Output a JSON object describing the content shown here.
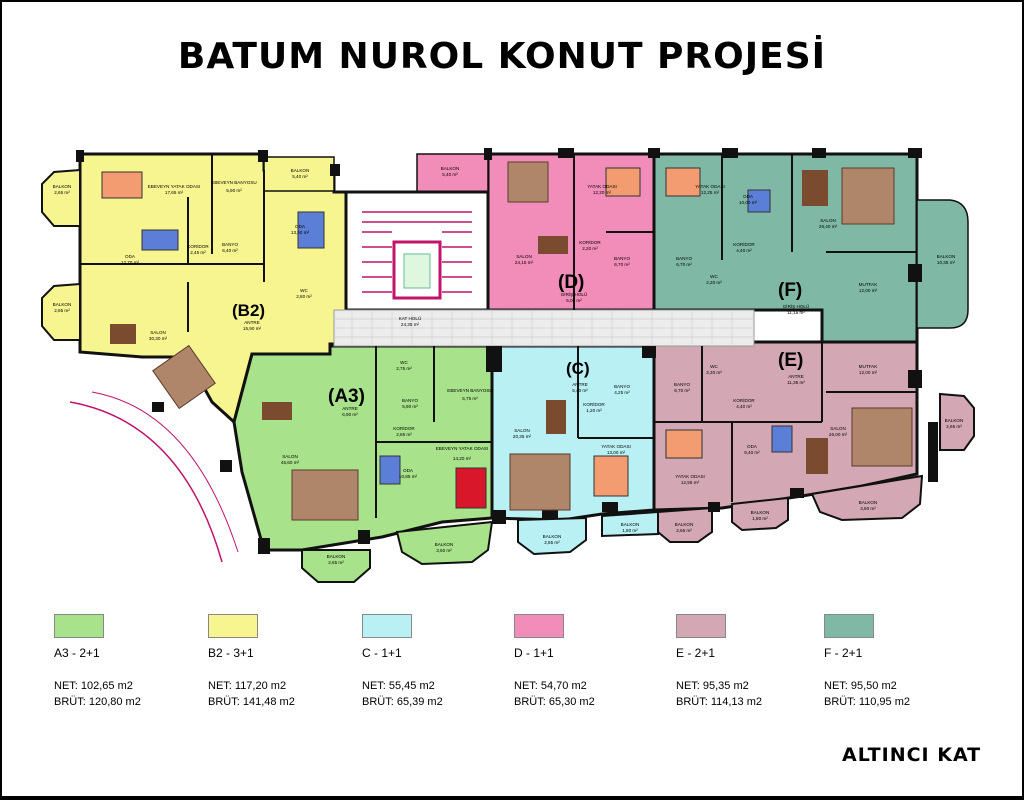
{
  "title": "BATUM NUROL KONUT PROJESİ",
  "floor_label": "ALTINCI KAT",
  "colors": {
    "A3": "#a8e28a",
    "B2": "#f6f590",
    "C": "#b8f0f4",
    "D": "#f28cb8",
    "E": "#d3a7b4",
    "F": "#7fb9a6",
    "wall": "#111111",
    "core": "#ffffff",
    "corridor_tile": "#e6e6e6",
    "accent_pink": "#c0136b"
  },
  "units": [
    {
      "key": "A3",
      "type": "A3 - 2+1",
      "net": "NET: 102,65 m2",
      "brut": "BRÜT: 120,80 m2"
    },
    {
      "key": "B2",
      "type": "B2 - 3+1",
      "net": "NET: 117,20 m2",
      "brut": "BRÜT: 141,48 m2"
    },
    {
      "key": "C",
      "type": "C - 1+1",
      "net": "NET: 55,45 m2",
      "brut": "BRÜT: 65,39 m2"
    },
    {
      "key": "D",
      "type": "D - 1+1",
      "net": "NET: 54,70 m2",
      "brut": "BRÜT: 65,30 m2"
    },
    {
      "key": "E",
      "type": "E - 2+1",
      "net": "NET: 95,35 m2",
      "brut": "BRÜT: 114,13 m2"
    },
    {
      "key": "F",
      "type": "F - 2+1",
      "net": "NET: 95,50 m2",
      "brut": "BRÜT: 110,95 m2"
    }
  ],
  "unit_labels": {
    "B2": "(B2)",
    "A3": "(A3)",
    "C": "(C)",
    "D": "(D)",
    "E": "(E)",
    "F": "(F)"
  },
  "rooms": {
    "b2_ebeveyn": {
      "name": "EBEVEYN YATAK ODASI",
      "area": "17,65 m²"
    },
    "b2_ebeveyn_banyo": {
      "name": "EBEVEYN BANYOSU",
      "area": "5,90 m²"
    },
    "b2_balkon_top": {
      "name": "BALKON",
      "area": "5,40 m²"
    },
    "b2_oda1": {
      "name": "ODA",
      "area": "12,70 m²"
    },
    "b2_koridor": {
      "name": "KORİDOR",
      "area": "2,45 m²"
    },
    "b2_banyo": {
      "name": "BANYO",
      "area": "6,40 m²"
    },
    "b2_oda2": {
      "name": "ODA",
      "area": "13,50 m²"
    },
    "b2_wc": {
      "name": "WC",
      "area": "2,80 m²"
    },
    "b2_salon": {
      "name": "SALON",
      "area": "30,30 m²"
    },
    "b2_antre": {
      "name": "ANTRE",
      "area": "15,90 m²"
    },
    "b2_balkon_l1": {
      "name": "BALKON",
      "area": "2,65 m²"
    },
    "b2_balkon_l2": {
      "name": "BALKON",
      "area": "2,65 m²"
    },
    "d_balkon": {
      "name": "BALKON",
      "area": "5,40 m²"
    },
    "d_salon": {
      "name": "SALON",
      "area": "24,15 m²"
    },
    "d_yatak": {
      "name": "YATAK ODASI",
      "area": "12,20 m²"
    },
    "d_koridor": {
      "name": "KORİDOR",
      "area": "2,20 m²"
    },
    "d_banyo": {
      "name": "BANYO",
      "area": "6,70 m²"
    },
    "d_giris": {
      "name": "GİRİŞ HOLÜ",
      "area": "5,00 m²"
    },
    "f_yatak": {
      "name": "YATAK ODASI",
      "area": "12,25 m²"
    },
    "f_oda": {
      "name": "ODA",
      "area": "10,00 m²"
    },
    "f_salon": {
      "name": "SALON",
      "area": "26,40 m²"
    },
    "f_koridor": {
      "name": "KORİDOR",
      "area": "4,40 m²"
    },
    "f_banyo": {
      "name": "BANYO",
      "area": "6,70 m²"
    },
    "f_wc": {
      "name": "WC",
      "area": "2,20 m²"
    },
    "f_giris": {
      "name": "GİRİŞ HOLÜ",
      "area": "11,15 m²"
    },
    "f_mutfak": {
      "name": "MUTFAK",
      "area": "12,00 m²"
    },
    "f_balkon": {
      "name": "BALKON",
      "area": "10,35 m²"
    },
    "kat_holu": {
      "name": "KAT HOLÜ",
      "area": "24,35 m²"
    },
    "a3_wc": {
      "name": "WC",
      "area": "2,75 m²"
    },
    "a3_banyo": {
      "name": "BANYO",
      "area": "5,90 m²"
    },
    "a3_eb_banyo": {
      "name": "EBEVEYN BANYOSU",
      "area": "5,75 m²"
    },
    "a3_antre": {
      "name": "ANTRE",
      "area": "6,90 m²"
    },
    "a3_koridor": {
      "name": "KORİDOR",
      "area": "2,85 m²"
    },
    "a3_salon": {
      "name": "SALON",
      "area": "45,60 m²"
    },
    "a3_oda": {
      "name": "ODA",
      "area": "10,85 m²"
    },
    "a3_ebeveyn": {
      "name": "EBEVEYN YATAK ODASI",
      "area": "14,20 m²"
    },
    "a3_balkon1": {
      "name": "BALKON",
      "area": "2,65 m²"
    },
    "a3_balkon2": {
      "name": "BALKON",
      "area": "3,60 m²"
    },
    "c_antre": {
      "name": "ANTRE",
      "area": "5,40 m²"
    },
    "c_banyo": {
      "name": "BANYO",
      "area": "4,25 m²"
    },
    "c_koridor": {
      "name": "KORİDOR",
      "area": "1,20 m²"
    },
    "c_salon": {
      "name": "SALON",
      "area": "20,35 m²"
    },
    "c_yatak": {
      "name": "YATAK ODASI",
      "area": "13,00 m²"
    },
    "c_balkon": {
      "name": "BALKON",
      "area": "2,65 m²"
    },
    "e_banyo": {
      "name": "BANYO",
      "area": "6,70 m²"
    },
    "e_wc": {
      "name": "WC",
      "area": "2,20 m²"
    },
    "e_antre": {
      "name": "ANTRE",
      "area": "11,35 m²"
    },
    "e_mutfak": {
      "name": "MUTFAK",
      "area": "12,00 m²"
    },
    "e_koridor": {
      "name": "KORİDOR",
      "area": "4,40 m²"
    },
    "e_oda": {
      "name": "ODA",
      "area": "9,40 m²"
    },
    "e_yatak": {
      "name": "YATAK ODASI",
      "area": "12,55 m²"
    },
    "e_salon": {
      "name": "SALON",
      "area": "26,00 m²"
    },
    "e_balkon_r": {
      "name": "BALKON",
      "area": "2,65 m²"
    },
    "e_balkon1": {
      "name": "BALKON",
      "area": "1,80 m²"
    },
    "e_balkon2": {
      "name": "BALKON",
      "area": "2,65 m²"
    },
    "e_balkon3": {
      "name": "BALKON",
      "area": "1,80 m²"
    },
    "e_balkon4": {
      "name": "BALKON",
      "area": "3,60 m²"
    }
  }
}
